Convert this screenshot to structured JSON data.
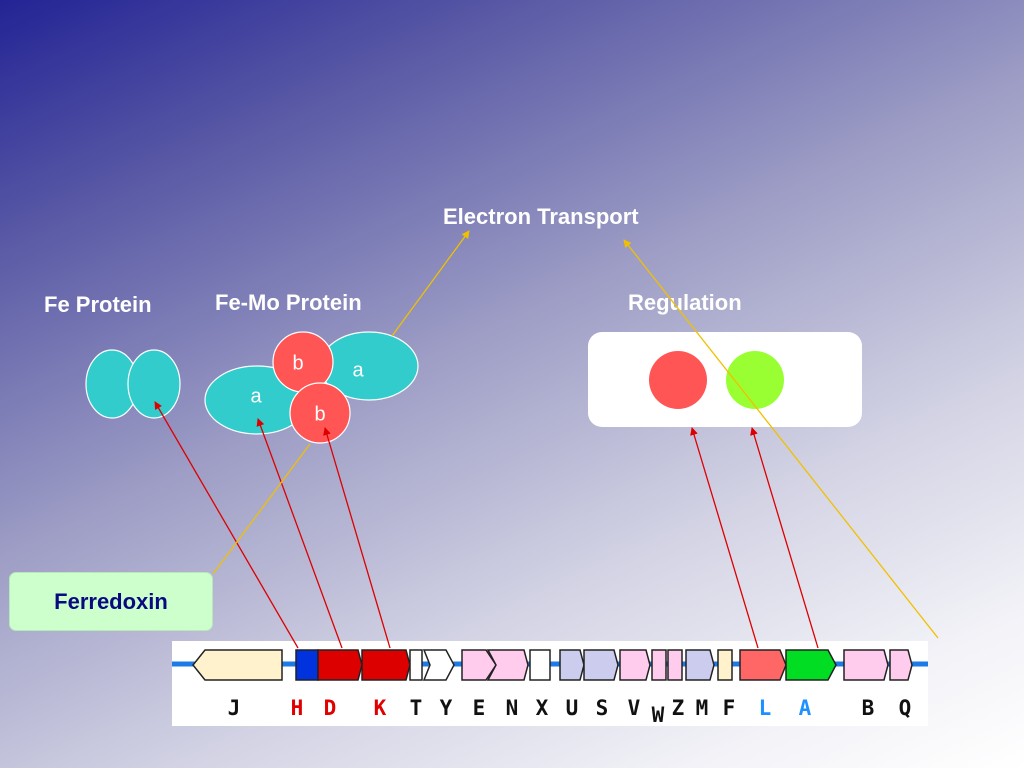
{
  "labels": {
    "electron_transport": "Electron Transport",
    "fe_protein": "Fe Protein",
    "femo_protein": "Fe-Mo Protein",
    "regulation": "Regulation",
    "ferredoxin": "Ferredoxin"
  },
  "subunits": {
    "a_upper": "a",
    "b_upper": "b",
    "a_lower": "a",
    "b_lower": "b"
  },
  "genes": [
    {
      "letter": "J",
      "color": "#111111"
    },
    {
      "letter": "H",
      "color": "#e00000"
    },
    {
      "letter": "D",
      "color": "#e00000"
    },
    {
      "letter": "K",
      "color": "#e00000"
    },
    {
      "letter": "T",
      "color": "#111111"
    },
    {
      "letter": "Y",
      "color": "#111111"
    },
    {
      "letter": "E",
      "color": "#111111"
    },
    {
      "letter": "N",
      "color": "#111111"
    },
    {
      "letter": "X",
      "color": "#111111"
    },
    {
      "letter": "U",
      "color": "#111111"
    },
    {
      "letter": "S",
      "color": "#111111"
    },
    {
      "letter": "V",
      "color": "#111111"
    },
    {
      "letter": "W",
      "color": "#111111"
    },
    {
      "letter": "Z",
      "color": "#111111"
    },
    {
      "letter": "M",
      "color": "#111111"
    },
    {
      "letter": "F",
      "color": "#111111"
    },
    {
      "letter": "L",
      "color": "#1e90ff"
    },
    {
      "letter": "A",
      "color": "#1e90ff"
    },
    {
      "letter": "B",
      "color": "#111111"
    },
    {
      "letter": "Q",
      "color": "#111111"
    }
  ],
  "colors": {
    "fe_protein": "#33cccc",
    "subunit_b": "#ff5555",
    "regulation_red": "#ff5555",
    "regulation_green": "#99ff33",
    "arrow_red": "#dd0000",
    "arrow_yellow": "#f0c000",
    "backbone": "#1e7ae6"
  }
}
